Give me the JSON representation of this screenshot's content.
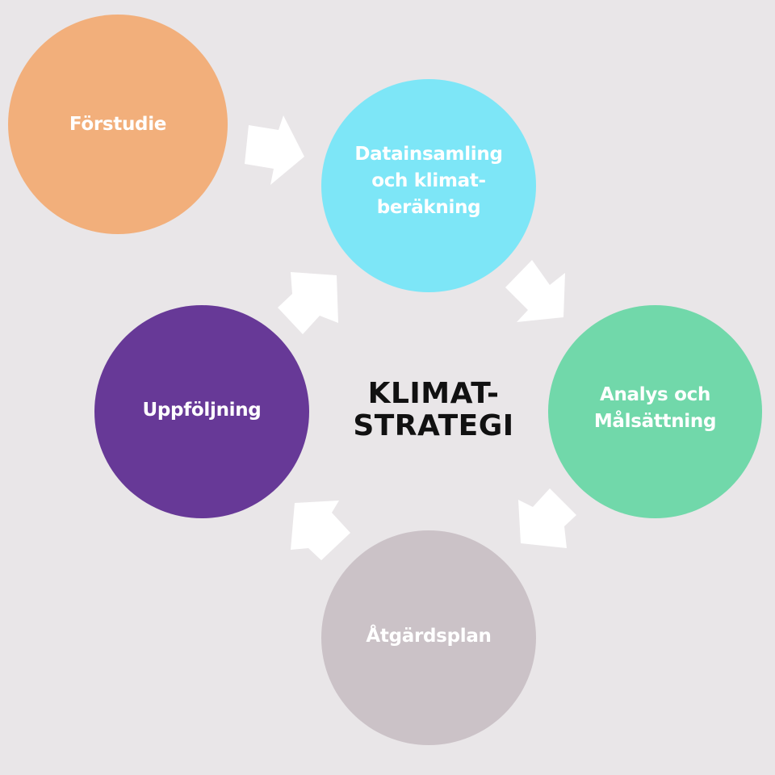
{
  "center": {
    "title": "KLIMAT-\nSTRATEGI"
  },
  "steps": [
    {
      "label": "Förstudie",
      "color": "#f2af7b"
    },
    {
      "label": "Datainsamling\noch klimat-\nberäkning",
      "color": "#7de6f7"
    },
    {
      "label": "Analys och\nMålsättning",
      "color": "#71d8aa"
    },
    {
      "label": "Åtgärdsplan",
      "color": "#cbc2c7"
    },
    {
      "label": "Uppföljning",
      "color": "#673997"
    }
  ],
  "arrow_color": "#ffffff"
}
